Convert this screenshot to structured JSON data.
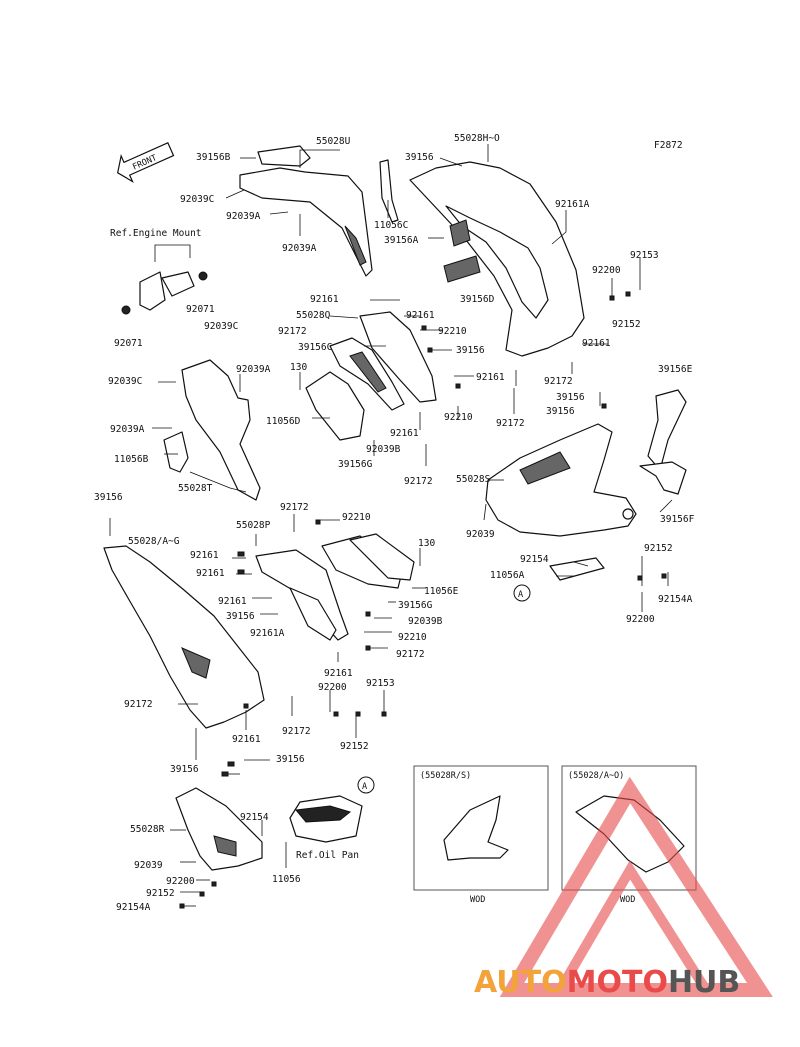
{
  "figure_id": "F2872",
  "front_arrow_label": "FRONT",
  "ref_labels": {
    "engine_mount": "Ref.Engine Mount",
    "oil_pan": "Ref.Oil Pan"
  },
  "callout_marker": "A",
  "inset_boxes": [
    {
      "title": "(55028R/S)",
      "caption": "WOD"
    },
    {
      "title": "(55028/A~O)",
      "caption": "WOD"
    }
  ],
  "part_labels": [
    {
      "id": "p1",
      "text": "55028U"
    },
    {
      "id": "p2",
      "text": "39156B"
    },
    {
      "id": "p3",
      "text": "92039C"
    },
    {
      "id": "p4",
      "text": "92039A"
    },
    {
      "id": "p5",
      "text": "92039A"
    },
    {
      "id": "p6",
      "text": "11056C"
    },
    {
      "id": "p7",
      "text": "39156A"
    },
    {
      "id": "p8",
      "text": "55028H~O"
    },
    {
      "id": "p9",
      "text": "39156"
    },
    {
      "id": "p10",
      "text": "92161A"
    },
    {
      "id": "p11",
      "text": "92153"
    },
    {
      "id": "p12",
      "text": "92200"
    },
    {
      "id": "p13",
      "text": "92152"
    },
    {
      "id": "p14",
      "text": "39156D"
    },
    {
      "id": "p15",
      "text": "92161"
    },
    {
      "id": "p16",
      "text": "92071"
    },
    {
      "id": "p17",
      "text": "92071"
    },
    {
      "id": "p18",
      "text": "92039C"
    },
    {
      "id": "p19",
      "text": "92039C"
    },
    {
      "id": "p20",
      "text": "92039A"
    },
    {
      "id": "p21",
      "text": "92039A"
    },
    {
      "id": "p22",
      "text": "11056B"
    },
    {
      "id": "p23",
      "text": "55028T"
    },
    {
      "id": "p24",
      "text": "92161"
    },
    {
      "id": "p25",
      "text": "55028Q"
    },
    {
      "id": "p26",
      "text": "92161"
    },
    {
      "id": "p27",
      "text": "92172"
    },
    {
      "id": "p28",
      "text": "92210"
    },
    {
      "id": "p29",
      "text": "39156C"
    },
    {
      "id": "p30",
      "text": "39156"
    },
    {
      "id": "p31",
      "text": "130"
    },
    {
      "id": "p32",
      "text": "92161"
    },
    {
      "id": "p33",
      "text": "92172"
    },
    {
      "id": "p34",
      "text": "11056D"
    },
    {
      "id": "p35",
      "text": "92039B"
    },
    {
      "id": "p36",
      "text": "92161"
    },
    {
      "id": "p37",
      "text": "92210"
    },
    {
      "id": "p38",
      "text": "39156G"
    },
    {
      "id": "p39",
      "text": "92172"
    },
    {
      "id": "p40",
      "text": "92172"
    },
    {
      "id": "p41",
      "text": "39156"
    },
    {
      "id": "p42",
      "text": "39156"
    },
    {
      "id": "p43",
      "text": "39156E"
    },
    {
      "id": "p44",
      "text": "55028S"
    },
    {
      "id": "p45",
      "text": "92039"
    },
    {
      "id": "p46",
      "text": "39156F"
    },
    {
      "id": "p47",
      "text": "92152"
    },
    {
      "id": "p48",
      "text": "92154"
    },
    {
      "id": "p49",
      "text": "11056A"
    },
    {
      "id": "p50",
      "text": "92154A"
    },
    {
      "id": "p51",
      "text": "92200"
    },
    {
      "id": "p52",
      "text": "39156"
    },
    {
      "id": "p53",
      "text": "92172"
    },
    {
      "id": "p54",
      "text": "92210"
    },
    {
      "id": "p55",
      "text": "55028P"
    },
    {
      "id": "p56",
      "text": "55028/A~G"
    },
    {
      "id": "p57",
      "text": "92161"
    },
    {
      "id": "p58",
      "text": "92161"
    },
    {
      "id": "p59",
      "text": "130"
    },
    {
      "id": "p60",
      "text": "11056E"
    },
    {
      "id": "p61",
      "text": "39156G"
    },
    {
      "id": "p62",
      "text": "92161"
    },
    {
      "id": "p63",
      "text": "39156"
    },
    {
      "id": "p64",
      "text": "92039B"
    },
    {
      "id": "p65",
      "text": "92161A"
    },
    {
      "id": "p66",
      "text": "92210"
    },
    {
      "id": "p67",
      "text": "92172"
    },
    {
      "id": "p68",
      "text": "92161"
    },
    {
      "id": "p69",
      "text": "92153"
    },
    {
      "id": "p70",
      "text": "92200"
    },
    {
      "id": "p71",
      "text": "92172"
    },
    {
      "id": "p72",
      "text": "92172"
    },
    {
      "id": "p73",
      "text": "92152"
    },
    {
      "id": "p74",
      "text": "92161"
    },
    {
      "id": "p75",
      "text": "39156"
    },
    {
      "id": "p76",
      "text": "39156"
    },
    {
      "id": "p77",
      "text": "92154"
    },
    {
      "id": "p78",
      "text": "55028R"
    },
    {
      "id": "p79",
      "text": "92039"
    },
    {
      "id": "p80",
      "text": "92200"
    },
    {
      "id": "p81",
      "text": "11056"
    },
    {
      "id": "p82",
      "text": "92152"
    },
    {
      "id": "p83",
      "text": "92154A"
    }
  ],
  "watermark": {
    "auto": "AUTO",
    "moto": "MOTO",
    "hub": "HUB",
    "color_auto": "#f2a33a",
    "color_moto": "#e94b4b",
    "color_hub": "#555555"
  }
}
